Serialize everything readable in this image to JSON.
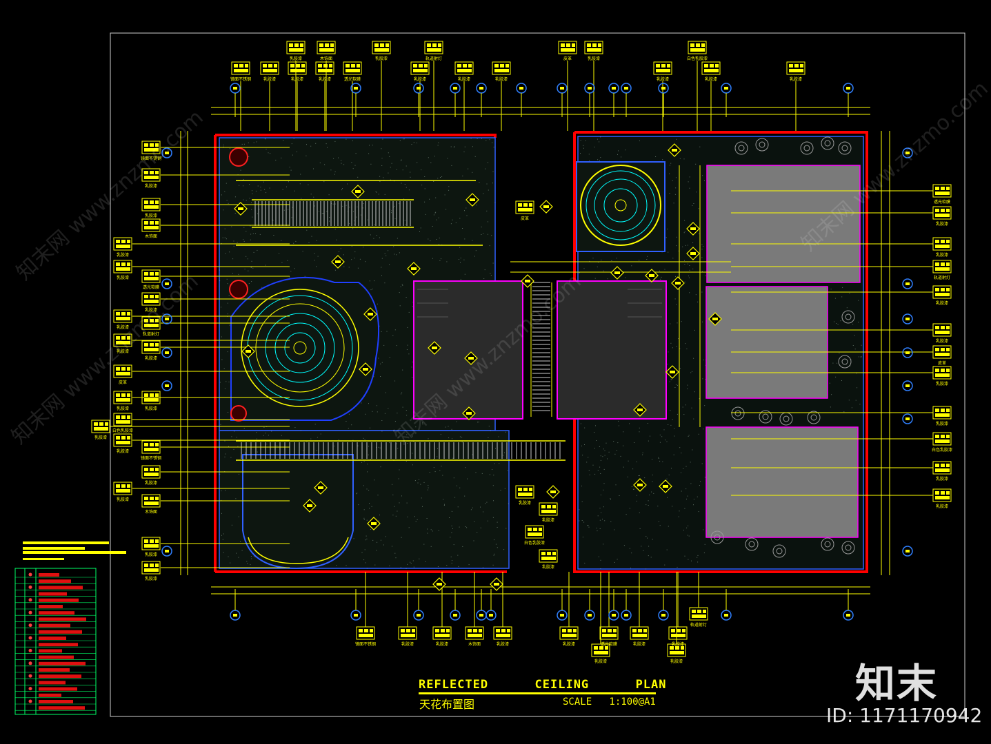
{
  "title": {
    "english": "REFLECTED      CEILING      PLAN",
    "chinese": "天花布置图",
    "scale": "SCALE   1:100@A1"
  },
  "watermark": {
    "logo": "知末",
    "id": "ID: 1171170942",
    "diagonal_text": "知末网 www.znzmo.com"
  },
  "colors": {
    "background": "#000000",
    "frame": "#ffffff",
    "wall_red": "#ff0000",
    "dimension_yellow": "#ffff00",
    "grid_blue": "#2040ff",
    "fixture_cyan": "#00ffff",
    "fixture_magenta": "#ff00ff",
    "table_green": "#00ff66",
    "room_fill": "#7a7a7a"
  },
  "callout_label": "乳胶漆",
  "callout_labels_other": [
    "镜面不锈钢",
    "木饰面",
    "透光软膜",
    "轨道射灯",
    "皮革",
    "白色乳胶漆"
  ]
}
